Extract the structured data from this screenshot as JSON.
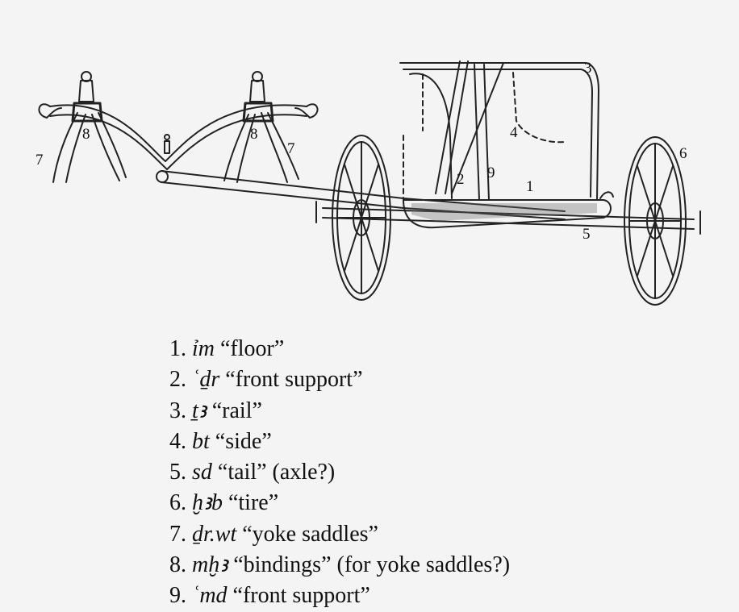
{
  "callouts": {
    "c1": "1",
    "c2": "2",
    "c3": "3",
    "c4": "4",
    "c5": "5",
    "c6": "6",
    "c7a": "7",
    "c7b": "7",
    "c8a": "8",
    "c8b": "8",
    "c9": "9"
  },
  "legend": [
    {
      "num": "1.",
      "term": "ỉm",
      "meaning": "“floor”",
      "note": ""
    },
    {
      "num": "2.",
      "term": "ʿḏr",
      "meaning": "“front support”",
      "note": ""
    },
    {
      "num": "3.",
      "term": "ṯꜣ",
      "meaning": "“rail”",
      "note": ""
    },
    {
      "num": "4.",
      "term": "bt",
      "meaning": "“side”",
      "note": ""
    },
    {
      "num": "5.",
      "term": "sd",
      "meaning": "“tail”",
      "note": "(axle?)"
    },
    {
      "num": "6.",
      "term": "ḫꜣb",
      "meaning": "“tire”",
      "note": ""
    },
    {
      "num": "7.",
      "term": "ḏr.wt",
      "meaning": "“yoke saddles”",
      "note": ""
    },
    {
      "num": "8.",
      "term": "mḫꜣ",
      "meaning": "“bindings”",
      "note": "(for yoke saddles?)"
    },
    {
      "num": "9.",
      "term": "ʿmd",
      "meaning": "“front support”",
      "note": ""
    }
  ]
}
